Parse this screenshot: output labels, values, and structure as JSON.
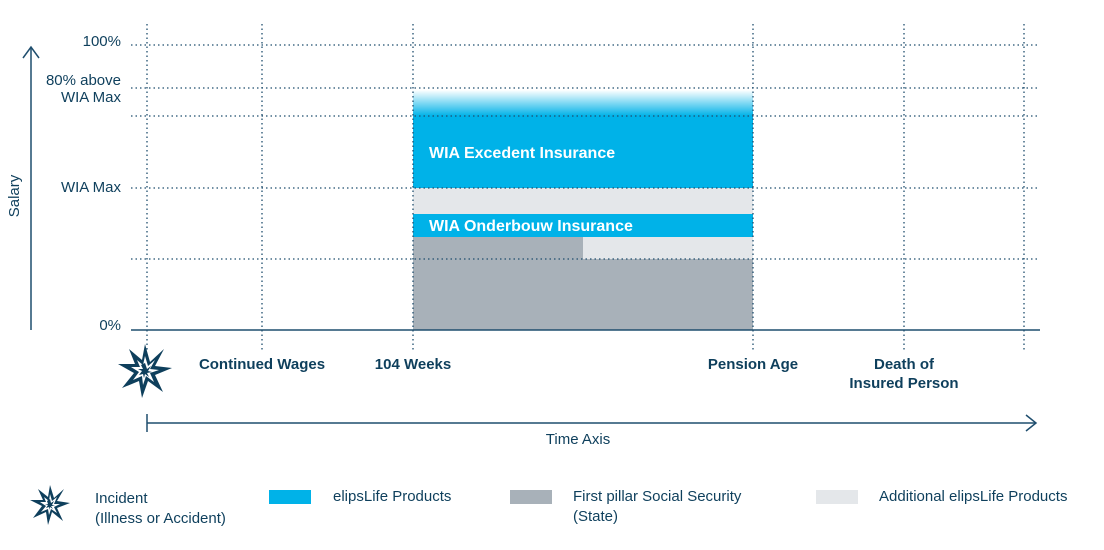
{
  "colors": {
    "navy": "#0e3f5c",
    "elipslife_products": "#00b2e8",
    "social_security": "#a8b1b9",
    "additional_products": "#e4e7ea",
    "grid": "#1f4e6e"
  },
  "y_axis": {
    "title": "Salary",
    "labels": {
      "p100": "100%",
      "above_line1": "80% above",
      "above_line2": "WIA Max",
      "wia_max": "WIA Max",
      "p0": "0%"
    }
  },
  "x_axis": {
    "title": "Time Axis",
    "milestones": {
      "continued_wages": "Continued Wages",
      "weeks_104": "104 Weeks",
      "pension_age": "Pension Age",
      "death_line1": "Death of",
      "death_line2": "Insured Person"
    }
  },
  "bars": {
    "excedent": "WIA Excedent Insurance",
    "onderbouw": "WIA Onderbouw Insurance"
  },
  "incident_icon": "starburst-icon",
  "legend": {
    "incident_line1": "Incident",
    "incident_line2": "(Illness or Accident)",
    "elipslife": "elipsLife Products",
    "first_pillar_line1": "First pillar Social Security",
    "first_pillar_line2": "(State)",
    "additional": "Additional elipsLife Products"
  }
}
